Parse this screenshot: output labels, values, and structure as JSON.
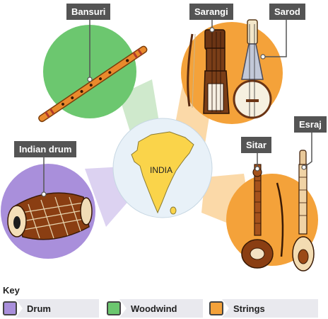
{
  "labels": {
    "bansuri": "Bansuri",
    "sarangi": "Sarangi",
    "sarod": "Sarod",
    "indian_drum": "Indian drum",
    "sitar": "Sitar",
    "esraj": "Esraj",
    "india": "INDIA"
  },
  "key": {
    "title": "Key",
    "items": [
      {
        "label": "Drum",
        "color": "#a98fdb"
      },
      {
        "label": "Woodwind",
        "color": "#6cc76f"
      },
      {
        "label": "Strings",
        "color": "#f4a23a"
      }
    ]
  },
  "colors": {
    "woodwind": "#6cc76f",
    "strings": "#f4a23a",
    "drum": "#a98fdb",
    "map_circle": "#e8f1f8",
    "india": "#fad44a"
  }
}
